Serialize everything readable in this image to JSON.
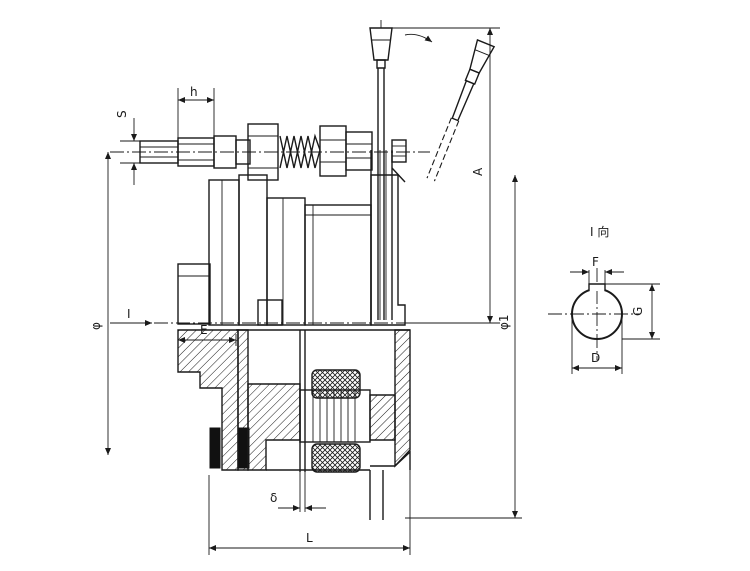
{
  "view_title": "I 向",
  "dimensions": {
    "h": "h",
    "S": "S",
    "A": "A",
    "phi": "φ",
    "phi1": "φ1",
    "I": "I",
    "E": "E",
    "delta": "δ",
    "L": "L",
    "F": "F",
    "G": "G",
    "D": "D"
  }
}
